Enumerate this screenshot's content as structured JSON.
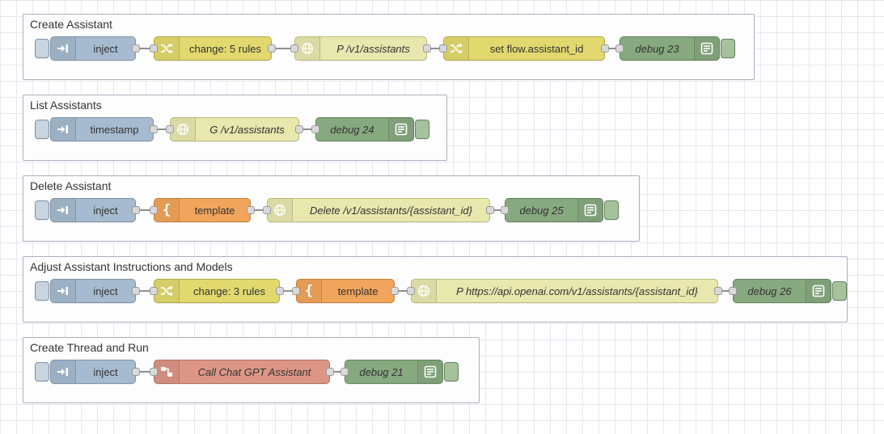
{
  "palette": {
    "inject_node": "#a6bbcf",
    "change_node": "#e2d96e",
    "http_request_node": "#e7e7ae",
    "template_node": "#f1a55c",
    "debug_node": "#87a980",
    "subflow_node": "#dd9686",
    "debug_toggle_button": "#a5c29c",
    "inject_button": "#c8d4de",
    "wire": "#8f8f8f",
    "group_border": "#aab0bc"
  },
  "icons": {
    "inject": "arrow-into-bar-icon",
    "change": "shuffle-icon",
    "http_request": "globe-icon",
    "template": "curly-brace-icon",
    "debug": "console-lines-icon",
    "subflow": "subflow-icon"
  },
  "groups": [
    {
      "title": "Create Assistant",
      "nodes": [
        {
          "type": "inject",
          "label": "inject"
        },
        {
          "type": "change",
          "label": "change: 5 rules"
        },
        {
          "type": "http request",
          "label": "P /v1/assistants"
        },
        {
          "type": "change",
          "label": "set flow.assistant_id"
        },
        {
          "type": "debug",
          "label": "debug 23"
        }
      ]
    },
    {
      "title": "List Assistants",
      "nodes": [
        {
          "type": "inject",
          "label": "timestamp"
        },
        {
          "type": "http request",
          "label": "G /v1/assistants"
        },
        {
          "type": "debug",
          "label": "debug 24"
        }
      ]
    },
    {
      "title": "Delete Assistant",
      "nodes": [
        {
          "type": "inject",
          "label": "inject"
        },
        {
          "type": "template",
          "label": "template"
        },
        {
          "type": "http request",
          "label": "Delete /v1/assistants/{assistant_id}"
        },
        {
          "type": "debug",
          "label": "debug 25"
        }
      ]
    },
    {
      "title": "Adjust Assistant Instructions and Models",
      "nodes": [
        {
          "type": "inject",
          "label": "inject"
        },
        {
          "type": "change",
          "label": "change: 3 rules"
        },
        {
          "type": "template",
          "label": "template"
        },
        {
          "type": "http request",
          "label": "P https://api.openai.com/v1/assistants/{assistant_id}"
        },
        {
          "type": "debug",
          "label": "debug 26"
        }
      ]
    },
    {
      "title": "Create Thread and Run",
      "nodes": [
        {
          "type": "inject",
          "label": "inject"
        },
        {
          "type": "subflow",
          "label": "Call Chat GPT Assistant"
        },
        {
          "type": "debug",
          "label": "debug 21"
        }
      ]
    }
  ]
}
